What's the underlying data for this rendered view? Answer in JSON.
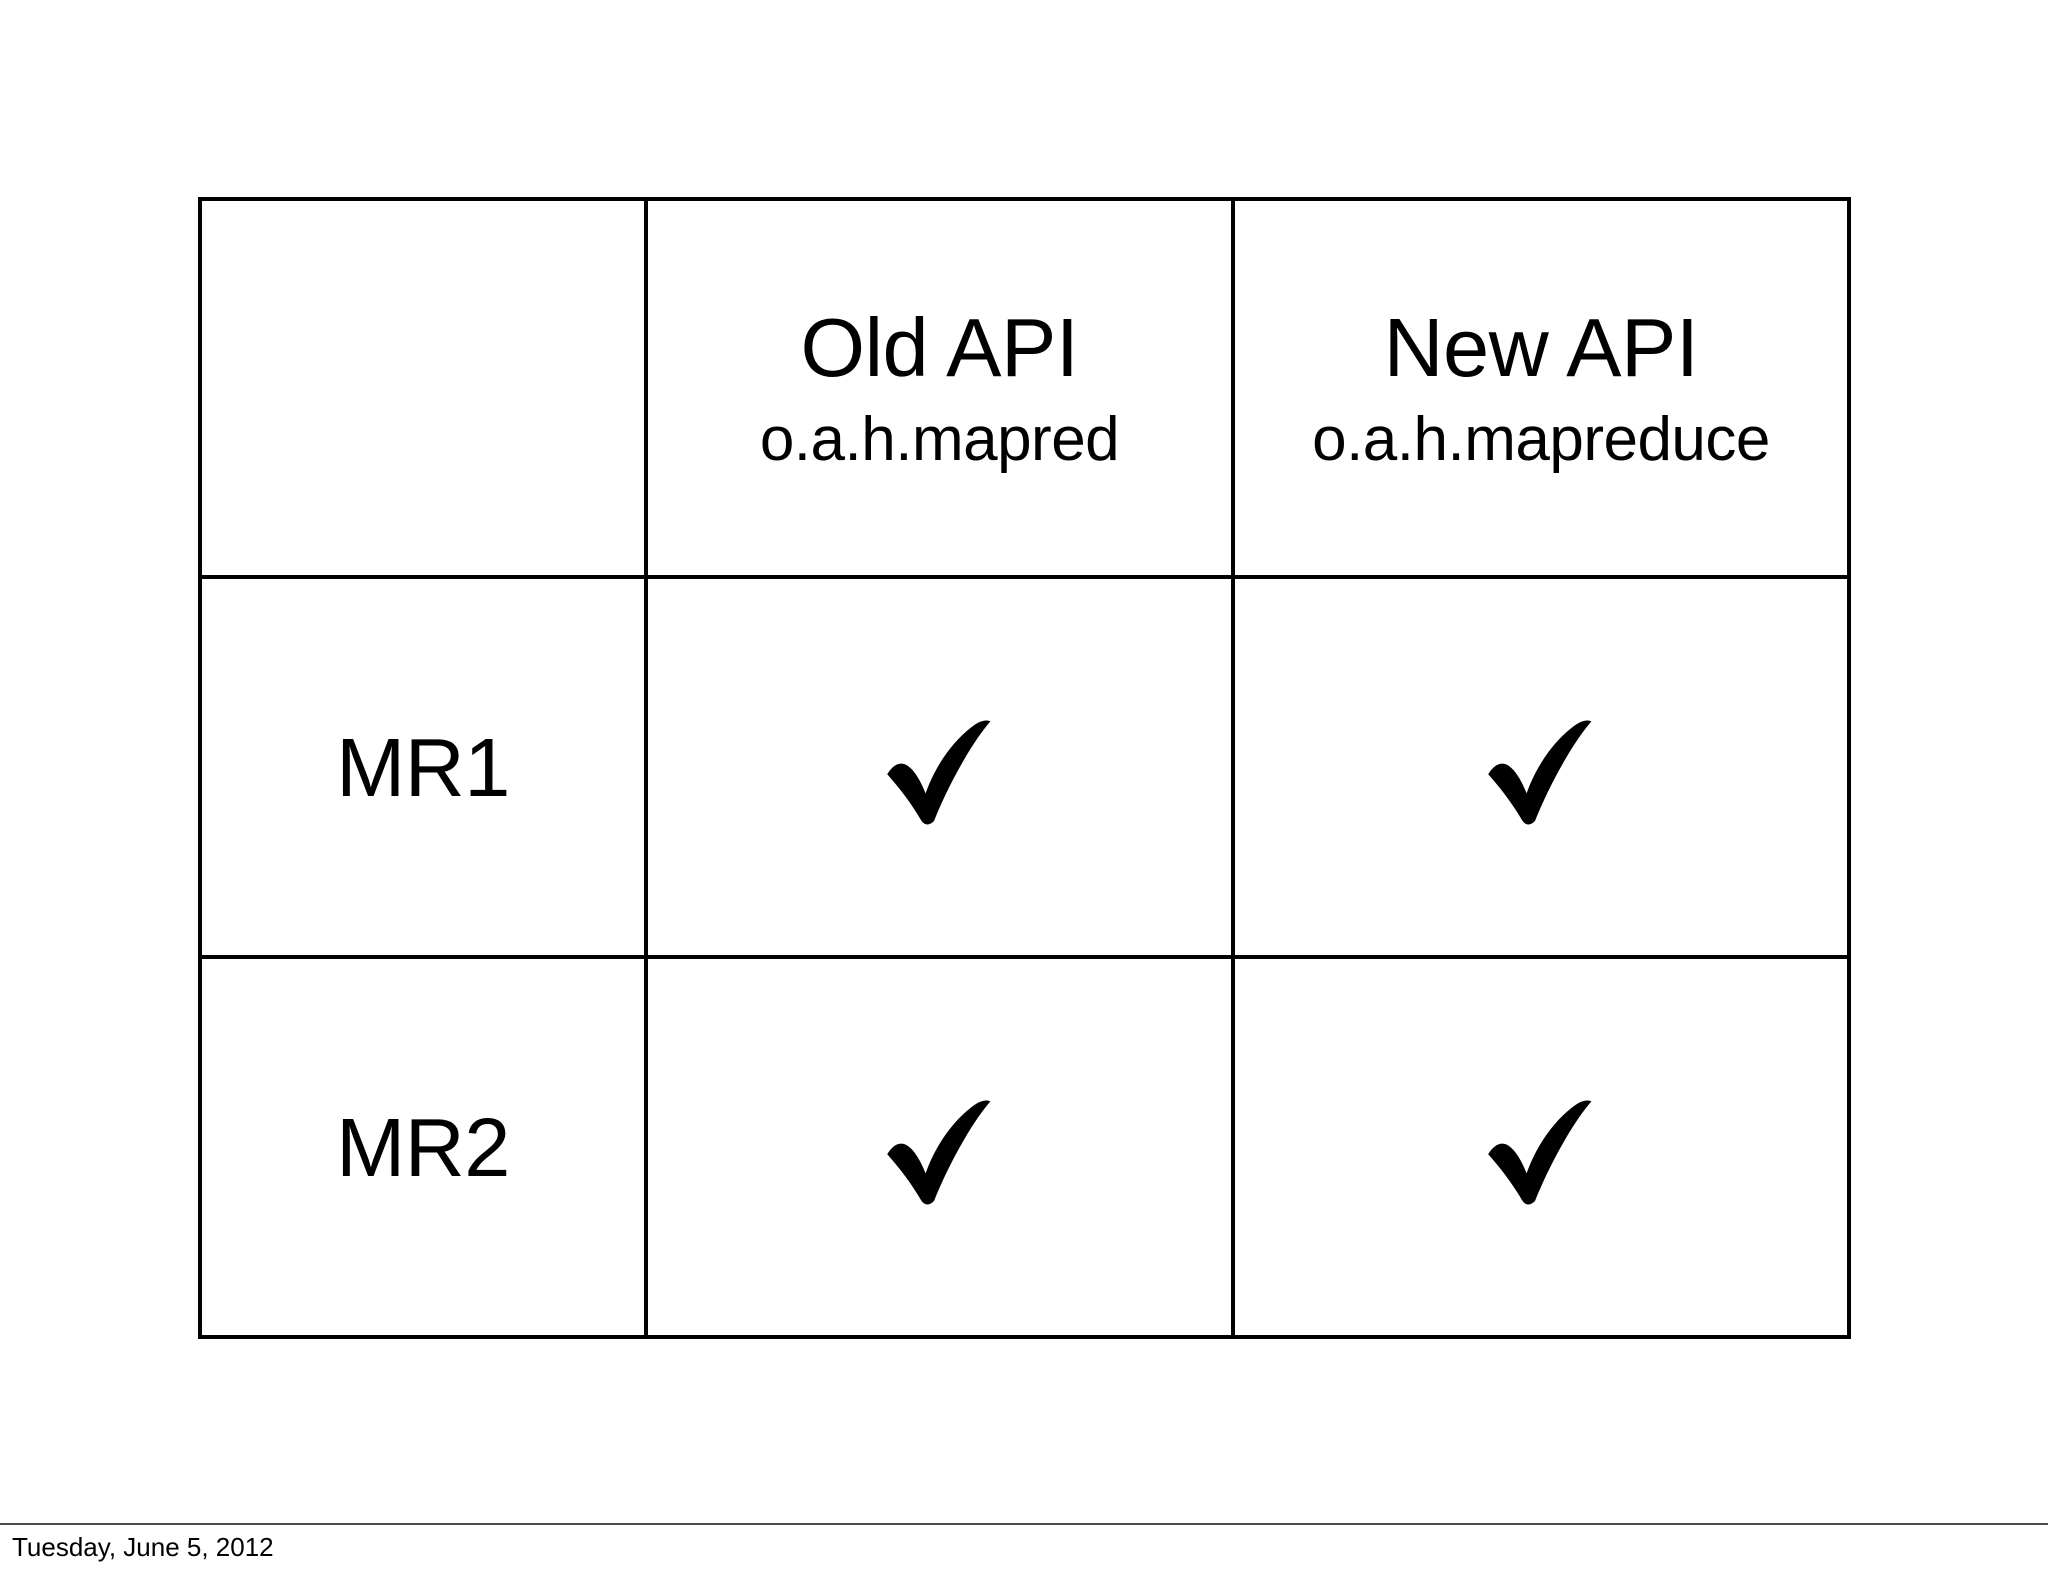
{
  "slide": {
    "background_color": "#ffffff",
    "text_color": "#000000",
    "border_color": "#000000"
  },
  "table": {
    "corner_cell": "",
    "columns": [
      {
        "title": "Old API",
        "package": "o.a.h.mapred"
      },
      {
        "title": "New API",
        "package": "o.a.h.mapreduce"
      }
    ],
    "rows": [
      {
        "label": "MR1",
        "cells": [
          {
            "icon": "check-icon",
            "supported": true
          },
          {
            "icon": "check-icon",
            "supported": true
          }
        ]
      },
      {
        "label": "MR2",
        "cells": [
          {
            "icon": "check-icon",
            "supported": true
          },
          {
            "icon": "check-icon",
            "supported": true
          }
        ]
      }
    ]
  },
  "footer": {
    "date": "Tuesday, June 5, 2012"
  }
}
